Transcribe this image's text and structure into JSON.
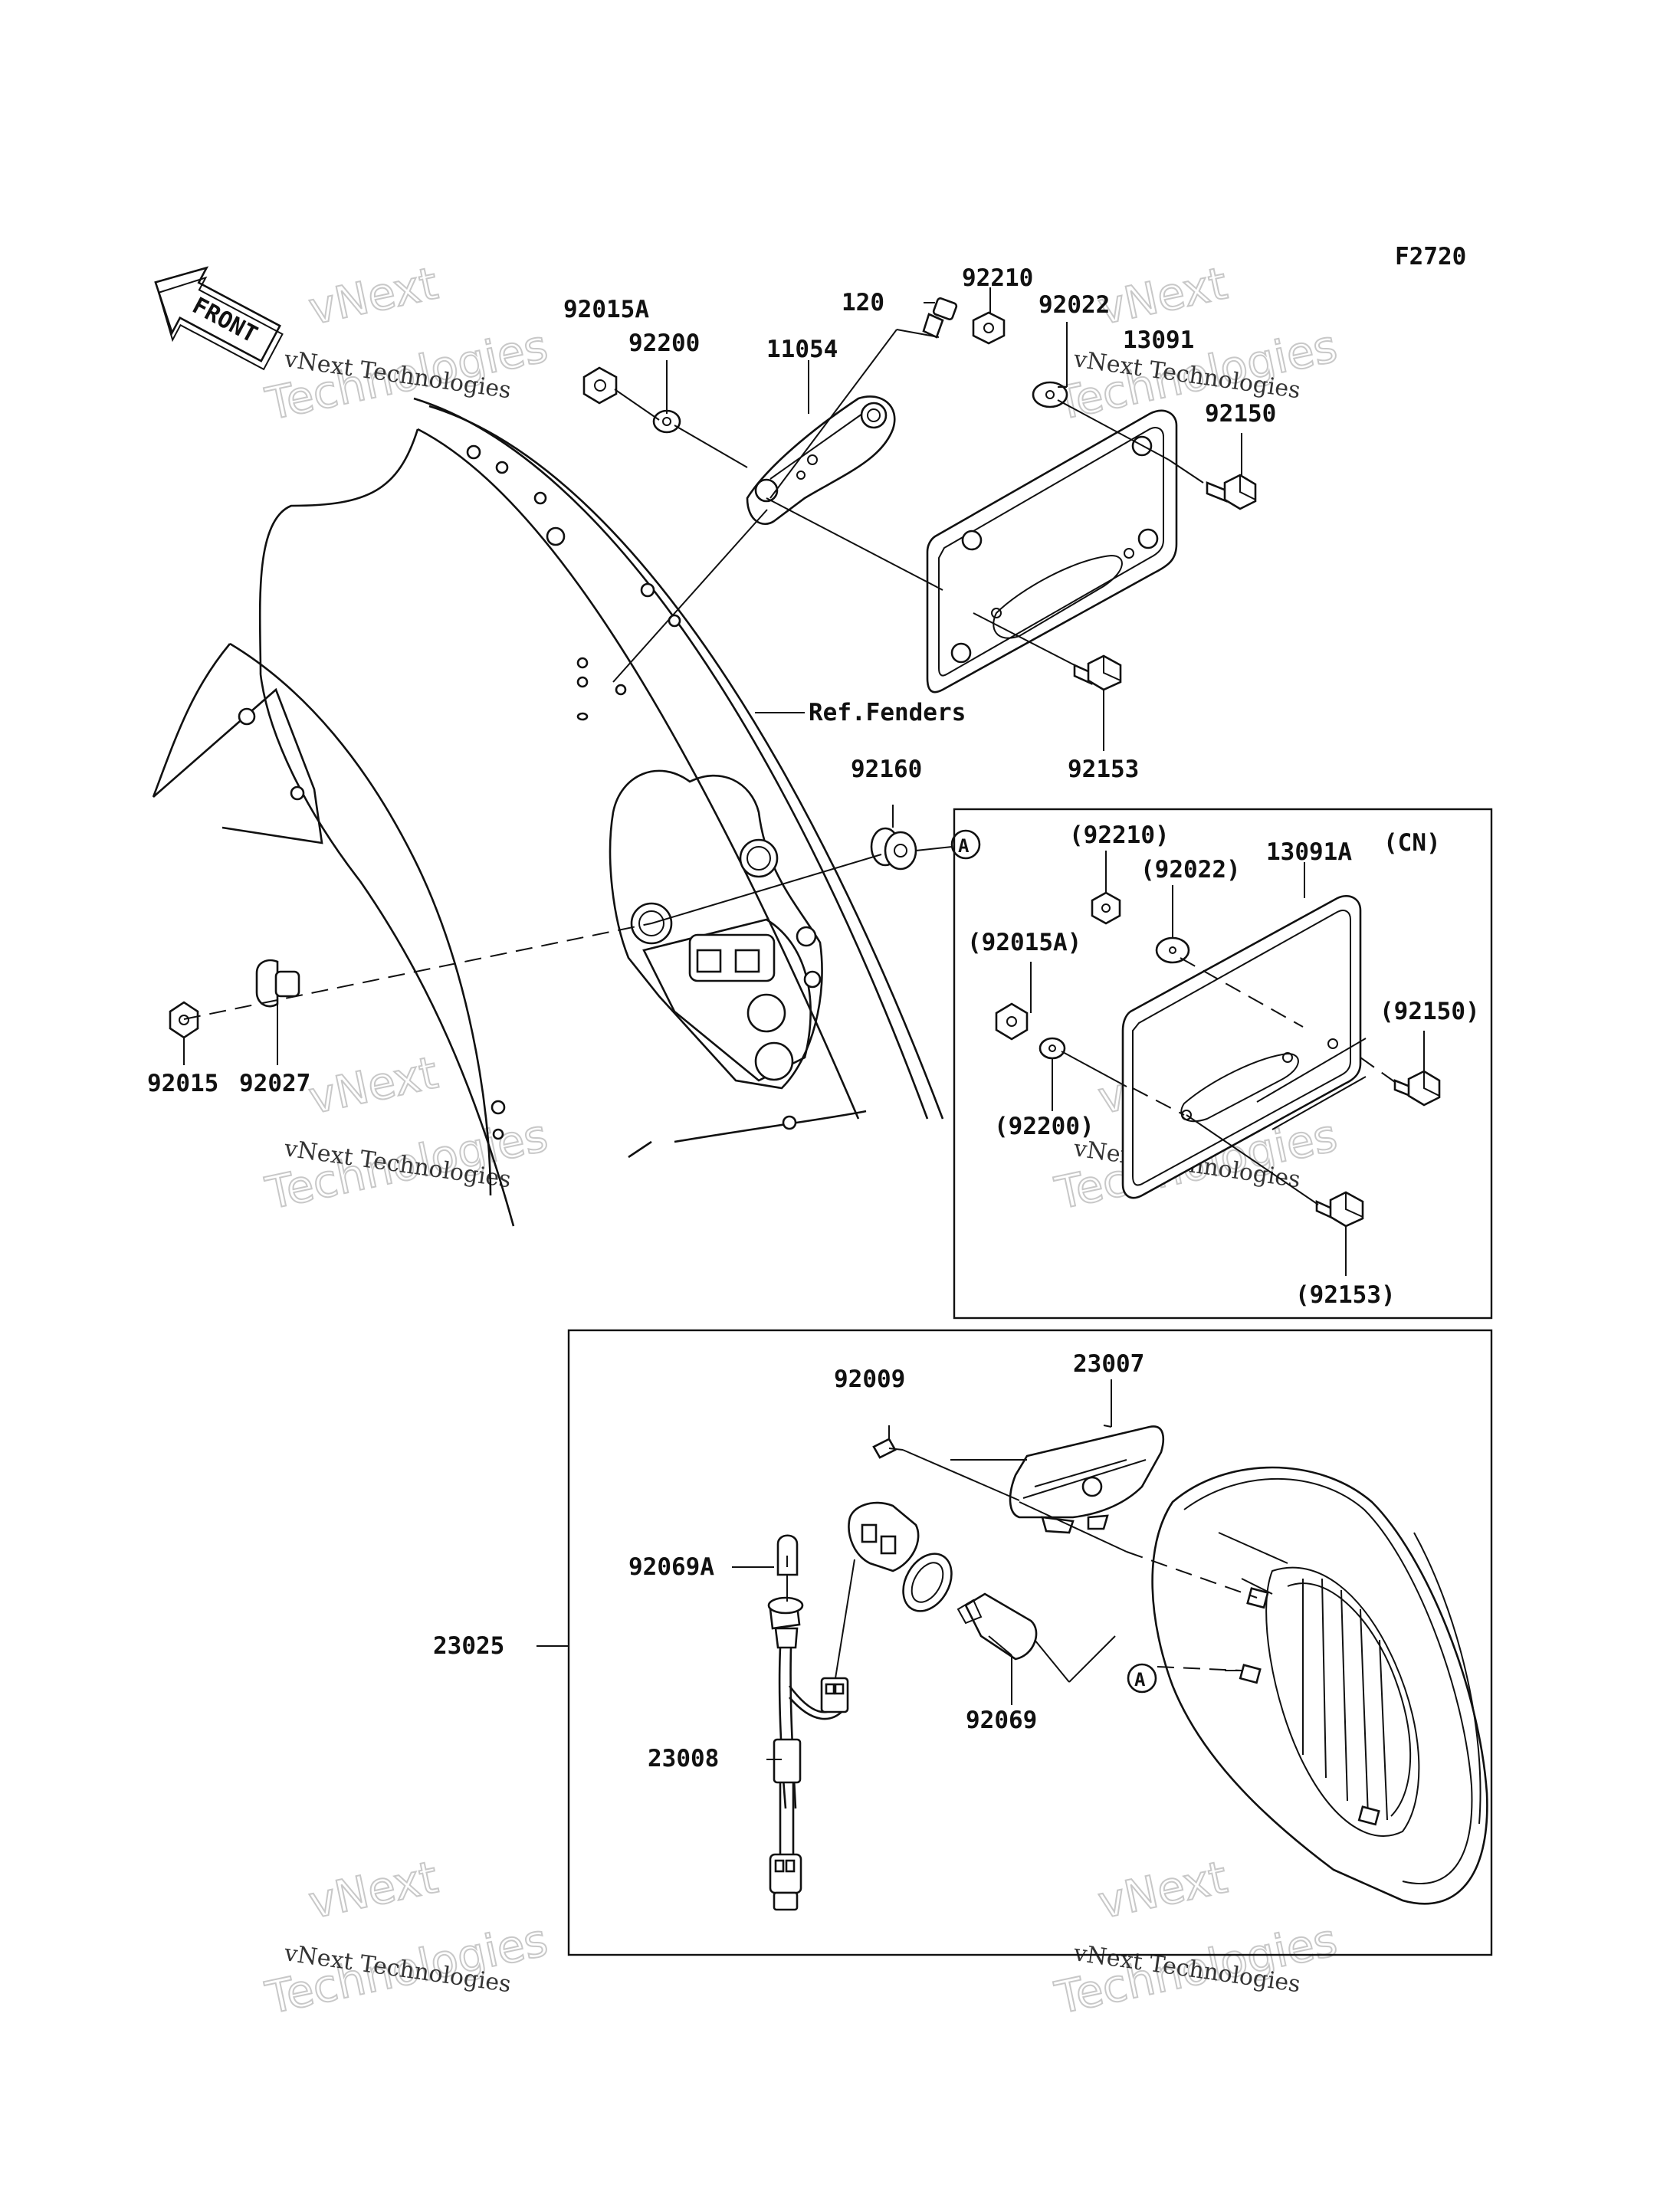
{
  "diagram_code": "F2720",
  "front_arrow": {
    "text": "FRONT"
  },
  "reference": {
    "fenders": "Ref.Fenders"
  },
  "parts": {
    "p120": "120",
    "p92210": "92210",
    "p92022": "92022",
    "p92015A": "92015A",
    "p92200": "92200",
    "p11054": "11054",
    "p13091": "13091",
    "p92150": "92150",
    "p92153": "92153",
    "p92160": "92160",
    "p92015": "92015",
    "p92027": "92027",
    "p92009": "92009",
    "p23007": "23007",
    "p92069A": "92069A",
    "p23025": "23025",
    "p23008": "23008",
    "p92069": "92069"
  },
  "cn_inset": {
    "region": "(CN)",
    "p13091A": "13091A",
    "p92210": "(92210)",
    "p92022": "(92022)",
    "p92015A": "(92015A)",
    "p92150": "(92150)",
    "p92200": "(92200)",
    "p92153": "(92153)"
  },
  "connector_ref": "A",
  "watermark": {
    "line1": "vNext Technologies",
    "line2": "vNext",
    "line3": "Technologies"
  }
}
